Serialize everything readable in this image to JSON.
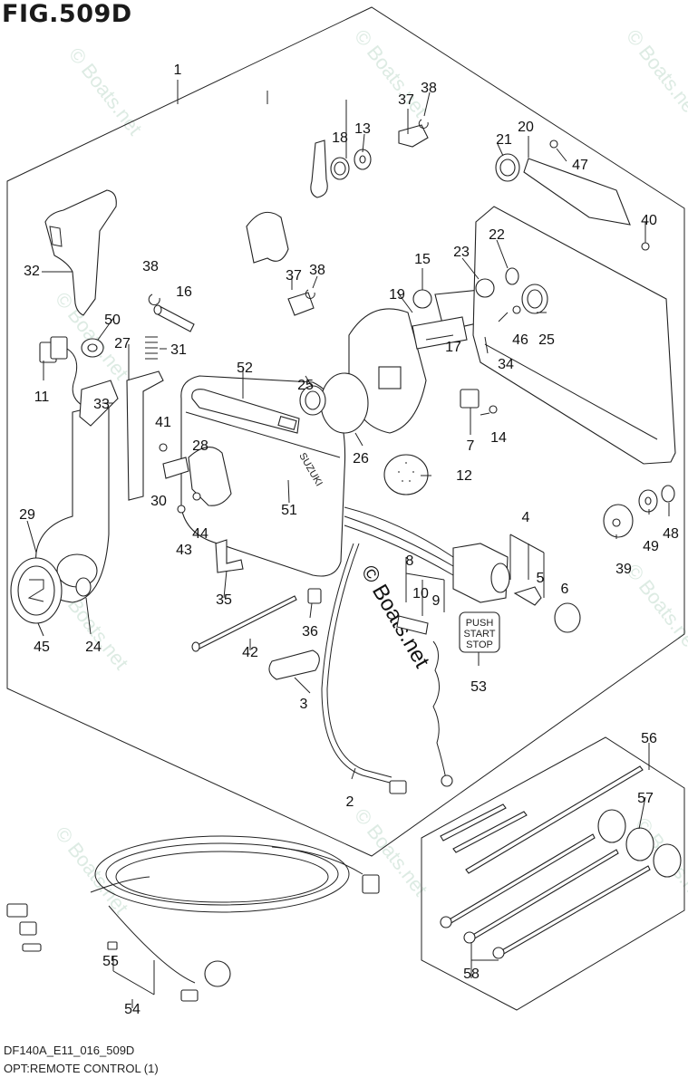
{
  "figure": {
    "title": "FIG.509D",
    "drawing_code": "DF140A_E11_016_509D",
    "caption": "OPT:REMOTE CONTROL (1)",
    "watermark": "© Boats.net",
    "button_53_text": [
      "PUSH",
      "START",
      "STOP"
    ],
    "brand_text": "SUZUKI"
  },
  "callouts": [
    {
      "id": "c1",
      "label": "1"
    },
    {
      "id": "c2",
      "label": "2"
    },
    {
      "id": "c3",
      "label": "3"
    },
    {
      "id": "c4",
      "label": "4"
    },
    {
      "id": "c5",
      "label": "5"
    },
    {
      "id": "c6",
      "label": "6"
    },
    {
      "id": "c7",
      "label": "7"
    },
    {
      "id": "c8",
      "label": "8"
    },
    {
      "id": "c9",
      "label": "9"
    },
    {
      "id": "c10",
      "label": "10"
    },
    {
      "id": "c11",
      "label": "11"
    },
    {
      "id": "c12",
      "label": "12"
    },
    {
      "id": "c13",
      "label": "13"
    },
    {
      "id": "c14",
      "label": "14"
    },
    {
      "id": "c15",
      "label": "15"
    },
    {
      "id": "c16",
      "label": "16"
    },
    {
      "id": "c17",
      "label": "17"
    },
    {
      "id": "c18",
      "label": "18"
    },
    {
      "id": "c19",
      "label": "19"
    },
    {
      "id": "c20",
      "label": "20"
    },
    {
      "id": "c21",
      "label": "21"
    },
    {
      "id": "c22",
      "label": "22"
    },
    {
      "id": "c23",
      "label": "23"
    },
    {
      "id": "c24",
      "label": "24"
    },
    {
      "id": "c25a",
      "label": "25"
    },
    {
      "id": "c25b",
      "label": "25"
    },
    {
      "id": "c26",
      "label": "26"
    },
    {
      "id": "c27",
      "label": "27"
    },
    {
      "id": "c28",
      "label": "28"
    },
    {
      "id": "c29",
      "label": "29"
    },
    {
      "id": "c30",
      "label": "30"
    },
    {
      "id": "c31",
      "label": "31"
    },
    {
      "id": "c32",
      "label": "32"
    },
    {
      "id": "c33",
      "label": "33"
    },
    {
      "id": "c34",
      "label": "34"
    },
    {
      "id": "c35",
      "label": "35"
    },
    {
      "id": "c36",
      "label": "36"
    },
    {
      "id": "c37a",
      "label": "37"
    },
    {
      "id": "c37b",
      "label": "37"
    },
    {
      "id": "c38a",
      "label": "38"
    },
    {
      "id": "c38b",
      "label": "38"
    },
    {
      "id": "c38c",
      "label": "38"
    },
    {
      "id": "c39",
      "label": "39"
    },
    {
      "id": "c40",
      "label": "40"
    },
    {
      "id": "c41",
      "label": "41"
    },
    {
      "id": "c42",
      "label": "42"
    },
    {
      "id": "c43",
      "label": "43"
    },
    {
      "id": "c44",
      "label": "44"
    },
    {
      "id": "c45",
      "label": "45"
    },
    {
      "id": "c46",
      "label": "46"
    },
    {
      "id": "c47",
      "label": "47"
    },
    {
      "id": "c48",
      "label": "48"
    },
    {
      "id": "c49",
      "label": "49"
    },
    {
      "id": "c50",
      "label": "50"
    },
    {
      "id": "c51",
      "label": "51"
    },
    {
      "id": "c52",
      "label": "52"
    },
    {
      "id": "c53",
      "label": "53"
    },
    {
      "id": "c54",
      "label": "54"
    },
    {
      "id": "c55",
      "label": "55"
    },
    {
      "id": "c56",
      "label": "56"
    },
    {
      "id": "c57",
      "label": "57"
    },
    {
      "id": "c58",
      "label": "58"
    }
  ]
}
